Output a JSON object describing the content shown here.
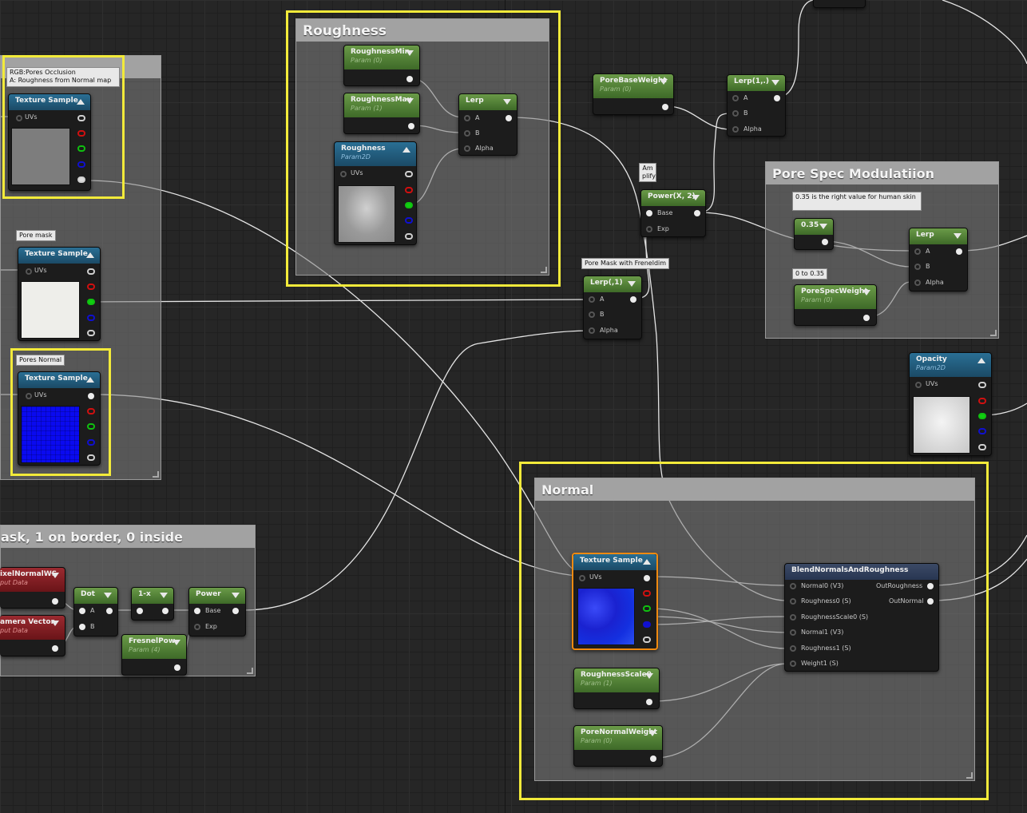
{
  "comments": {
    "roughness": "Roughness",
    "pore_spec": "Pore Spec Modulatiion",
    "normal": "Normal",
    "rim": "ask, 1 on border, 0 inside",
    "left": ""
  },
  "notes": {
    "pores_occlusion_1": "RGB:Pores Occlusion",
    "pores_occlusion_2": "A: Roughness from Normal map",
    "pore_mask": "Pore mask",
    "pores_normal": "Pores Normal",
    "amplify_1": "Am",
    "amplify_2": "plify",
    "pore_mask_frenel": "Pore Mask with Freneldim",
    "human_skin": "0.35 is the right value for human skin",
    "zero_to": "0 to 0.35"
  },
  "nodes": {
    "tex_occ": {
      "title": "Texture Sample",
      "uvs": "UVs"
    },
    "tex_mask": {
      "title": "Texture Sample",
      "uvs": "UVs"
    },
    "tex_pnorm": {
      "title": "Texture Sample",
      "uvs": "UVs"
    },
    "rmin": {
      "title": "RoughnessMin",
      "sub": "Param (0)"
    },
    "rmax": {
      "title": "RoughnessMax",
      "sub": "Param (1)"
    },
    "rlerp": {
      "title": "Lerp",
      "a": "A",
      "b": "B",
      "alpha": "Alpha"
    },
    "rough2d": {
      "title": "Roughness",
      "sub": "Param2D",
      "uvs": "UVs"
    },
    "pbw": {
      "title": "PoreBaseWeight",
      "sub": "Param (0)"
    },
    "lerp_top": {
      "title": "Lerp(1,.)",
      "a": "A",
      "b": "B",
      "alpha": "Alpha"
    },
    "power": {
      "title": "Power(X, 2)",
      "base": "Base",
      "exp": "Exp"
    },
    "lerp_mid": {
      "title": "Lerp(,1)",
      "a": "A",
      "b": "B",
      "alpha": "Alpha"
    },
    "c035": {
      "title": "0.35"
    },
    "lerp_spec": {
      "title": "Lerp",
      "a": "A",
      "b": "B",
      "alpha": "Alpha"
    },
    "psw": {
      "title": "PoreSpecWeight",
      "sub": "Param (0)"
    },
    "opacity": {
      "title": "Opacity",
      "sub": "Param2D",
      "uvs": "UVs"
    },
    "tex_normal": {
      "title": "Texture Sample",
      "uvs": "UVs"
    },
    "rs0": {
      "title": "RoughnessScale0",
      "sub": "Param (1)"
    },
    "pnw": {
      "title": "PoreNormalWeight",
      "sub": "Param (0)"
    },
    "blend": {
      "title": "BlendNormalsAndRoughness",
      "in": [
        "Normal0 (V3)",
        "Roughness0 (S)",
        "RoughnessScale0 (S)",
        "Normal1 (V3)",
        "Roughness1 (S)",
        "Weight1 (S)"
      ],
      "out": [
        "OutRoughness",
        "OutNormal"
      ]
    },
    "pnws": {
      "title": "ixelNormalWS",
      "sub": "put Data"
    },
    "camvec": {
      "title": "amera Vector",
      "sub": "put Data"
    },
    "dot": {
      "title": "Dot",
      "a": "A",
      "b": "B"
    },
    "onex": {
      "title": "1-x"
    },
    "power2": {
      "title": "Power",
      "base": "Base",
      "exp": "Exp"
    },
    "fpow": {
      "title": "FresnelPow",
      "sub": "Param (4)"
    }
  }
}
